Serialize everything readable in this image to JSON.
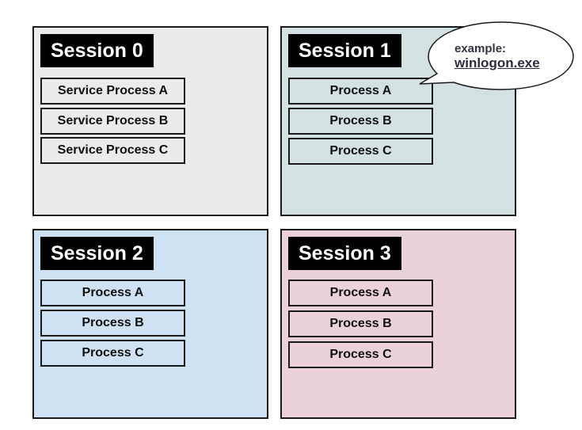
{
  "colors": {
    "session0": "#ebebeb",
    "session1": "#d3e1e3",
    "session2": "#cfe2f3",
    "session3": "#ead1dc",
    "title_bg": "#000000",
    "title_fg": "#ffffff",
    "border": "#1a1a1a"
  },
  "sessions": [
    {
      "title": "Session 0",
      "processes": [
        "Service Process A",
        "Service Process B",
        "Service Process C"
      ]
    },
    {
      "title": "Session 1",
      "processes": [
        "Process A",
        "Process B",
        "Process C"
      ]
    },
    {
      "title": "Session 2",
      "processes": [
        "Process A",
        "Process B",
        "Process C"
      ]
    },
    {
      "title": "Session 3",
      "processes": [
        "Process A",
        "Process B",
        "Process C"
      ]
    }
  ],
  "callout": {
    "label": "example:",
    "link_text": "winlogon.exe"
  }
}
